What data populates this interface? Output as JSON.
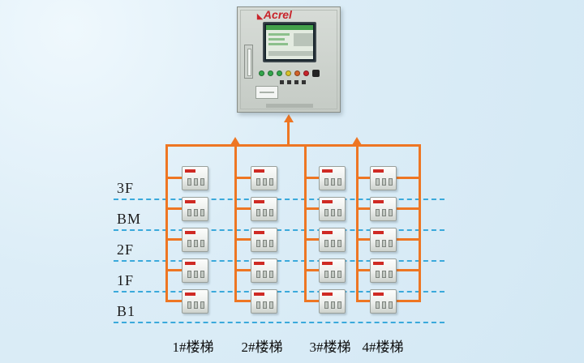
{
  "cabinet": {
    "brand": "Acrel",
    "logo_mark": "◣"
  },
  "floors": [
    "3F",
    "BM",
    "2F",
    "1F",
    "B1"
  ],
  "stairs": [
    "1#楼梯",
    "2#楼梯",
    "3#楼梯",
    "4#楼梯"
  ],
  "grid": {
    "rows": 5,
    "columns": 4,
    "device_count": 20
  },
  "colors": {
    "background": "#d7eaf5",
    "bus_line": "#ee7623",
    "floor_dashed_line": "#3aa9db",
    "brand_red": "#c8242b",
    "cabinet_gray": "#ccd1cc",
    "device_mark_red": "#cf2a24",
    "screen_green": "#43a04b"
  }
}
